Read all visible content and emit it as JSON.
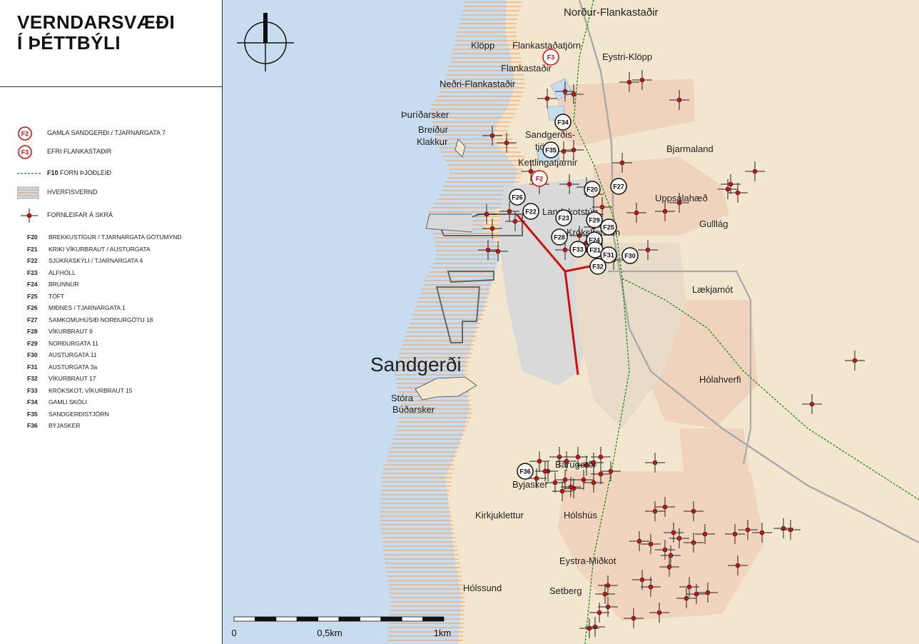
{
  "title": {
    "line1": "VERNDARSVÆÐI",
    "line2": "Í ÞÉTTBÝLI"
  },
  "legend": {
    "items": [
      {
        "symbol": "F2",
        "label": "GAMLA SANDGERÐI / TJARNARGATA 7"
      },
      {
        "symbol": "F3",
        "label": "EFRI FLANKASTAÐIR"
      },
      {
        "code": "F10",
        "label": "FORN ÞJÓÐLEIÐ"
      },
      {
        "label": "HVERFISVERND"
      },
      {
        "label": "FORNLEIFAR Á SKRÁ"
      }
    ],
    "codes": [
      {
        "code": "F20",
        "label": "BREKKUSTÍGUR / TJARNARGATA GÖTUMYND"
      },
      {
        "code": "F21",
        "label": "KRIKI VÍKURBRAUT / AUSTURGATA"
      },
      {
        "code": "F22",
        "label": "SJÚKRASKÝLI / TJARNARGATA 4"
      },
      {
        "code": "F23",
        "label": "ÁLFHÓLL"
      },
      {
        "code": "F24",
        "label": "BRUNNUR"
      },
      {
        "code": "F25",
        "label": "TÓFT"
      },
      {
        "code": "F26",
        "label": "MIÐNES / TJARNARGATA 1"
      },
      {
        "code": "F27",
        "label": "SAMKOMUHÚSIÐ NORÐURGÖTU 18"
      },
      {
        "code": "F28",
        "label": "VÍKURBRAUT 9"
      },
      {
        "code": "F29",
        "label": "NORÐURGATA 11"
      },
      {
        "code": "F30",
        "label": "AUSTURGATA 11"
      },
      {
        "code": "F31",
        "label": "AUSTURGATA 3a"
      },
      {
        "code": "F32",
        "label": "VÍKURBRAUT 17"
      },
      {
        "code": "F33",
        "label": "KRÓKSKOT, VÍKURBRAUT 15"
      },
      {
        "code": "F34",
        "label": "GAMLI SKÓLI"
      },
      {
        "code": "F35",
        "label": "SANDGERÐISTJÖRN"
      },
      {
        "code": "F36",
        "label": "BÝJASKER"
      }
    ]
  },
  "map": {
    "colors": {
      "sea": "#c7dcef",
      "land": "#f3e6cf",
      "zone": "#efd3bd",
      "urban": "#d9d9d9",
      "stripe": "#f5a560",
      "red": "#cc1111"
    },
    "places": [
      {
        "name": "Norður-Flankastaðir"
      },
      {
        "name": "Klöpp"
      },
      {
        "name": "Flankastaðatjörn"
      },
      {
        "name": "Eystri-Klöpp"
      },
      {
        "name": "Flankastaðir"
      },
      {
        "name": "Neðri-Flankastaðir"
      },
      {
        "name": "Þuríðarsker"
      },
      {
        "name": "Breiður"
      },
      {
        "name": "Klakkur"
      },
      {
        "name": "Sandgerðis-"
      },
      {
        "name": "tjörn"
      },
      {
        "name": "Kettlingatjarnir"
      },
      {
        "name": "Bjarmaland"
      },
      {
        "name": "Uppsalahæð"
      },
      {
        "name": "Landakotstún"
      },
      {
        "name": "Gulllág"
      },
      {
        "name": "Krókskotstún"
      },
      {
        "name": "Lækjamót"
      },
      {
        "name": "Sandgerði"
      },
      {
        "name": "Hólahverfi"
      },
      {
        "name": "Stóra"
      },
      {
        "name": "Búðarsker"
      },
      {
        "name": "Bárugerði"
      },
      {
        "name": "Byjasker"
      },
      {
        "name": "Kirkjuklettur"
      },
      {
        "name": "Hólshús"
      },
      {
        "name": "Eystra-Miðkot"
      },
      {
        "name": "Hólssund"
      },
      {
        "name": "Setberg"
      }
    ],
    "markers": [
      {
        "label": "F3",
        "red": true
      },
      {
        "label": "F34"
      },
      {
        "label": "F35"
      },
      {
        "label": "F2",
        "red": true
      },
      {
        "label": "F20"
      },
      {
        "label": "F27"
      },
      {
        "label": "F26"
      },
      {
        "label": "F22"
      },
      {
        "label": "F23"
      },
      {
        "label": "F29"
      },
      {
        "label": "F25"
      },
      {
        "label": "F28"
      },
      {
        "label": "F24"
      },
      {
        "label": "F33"
      },
      {
        "label": "F21"
      },
      {
        "label": "F31"
      },
      {
        "label": "F30"
      },
      {
        "label": "F32"
      },
      {
        "label": "F36"
      }
    ],
    "scalebar": {
      "labels": [
        "0",
        "0,5km",
        "1km"
      ]
    }
  }
}
